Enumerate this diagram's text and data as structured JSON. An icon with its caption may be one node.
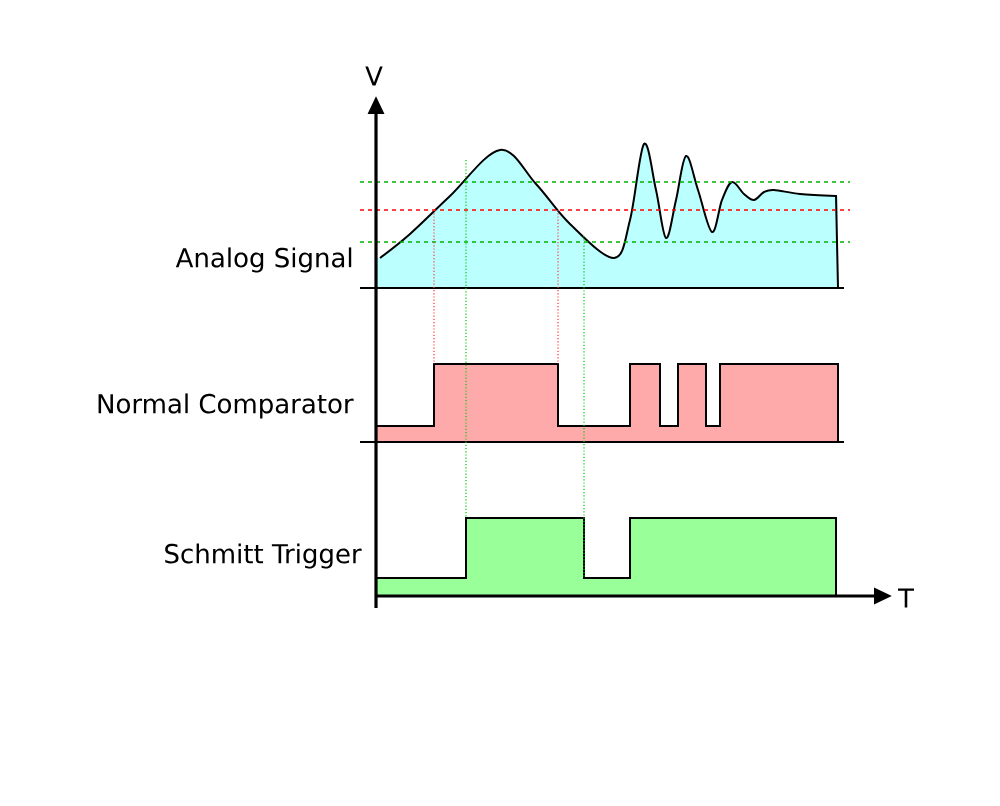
{
  "diagram": {
    "labels": [
      "V",
      "Analog Signal",
      "Normal Comparator",
      "Schmitt Trigger",
      "T"
    ]
  }
}
